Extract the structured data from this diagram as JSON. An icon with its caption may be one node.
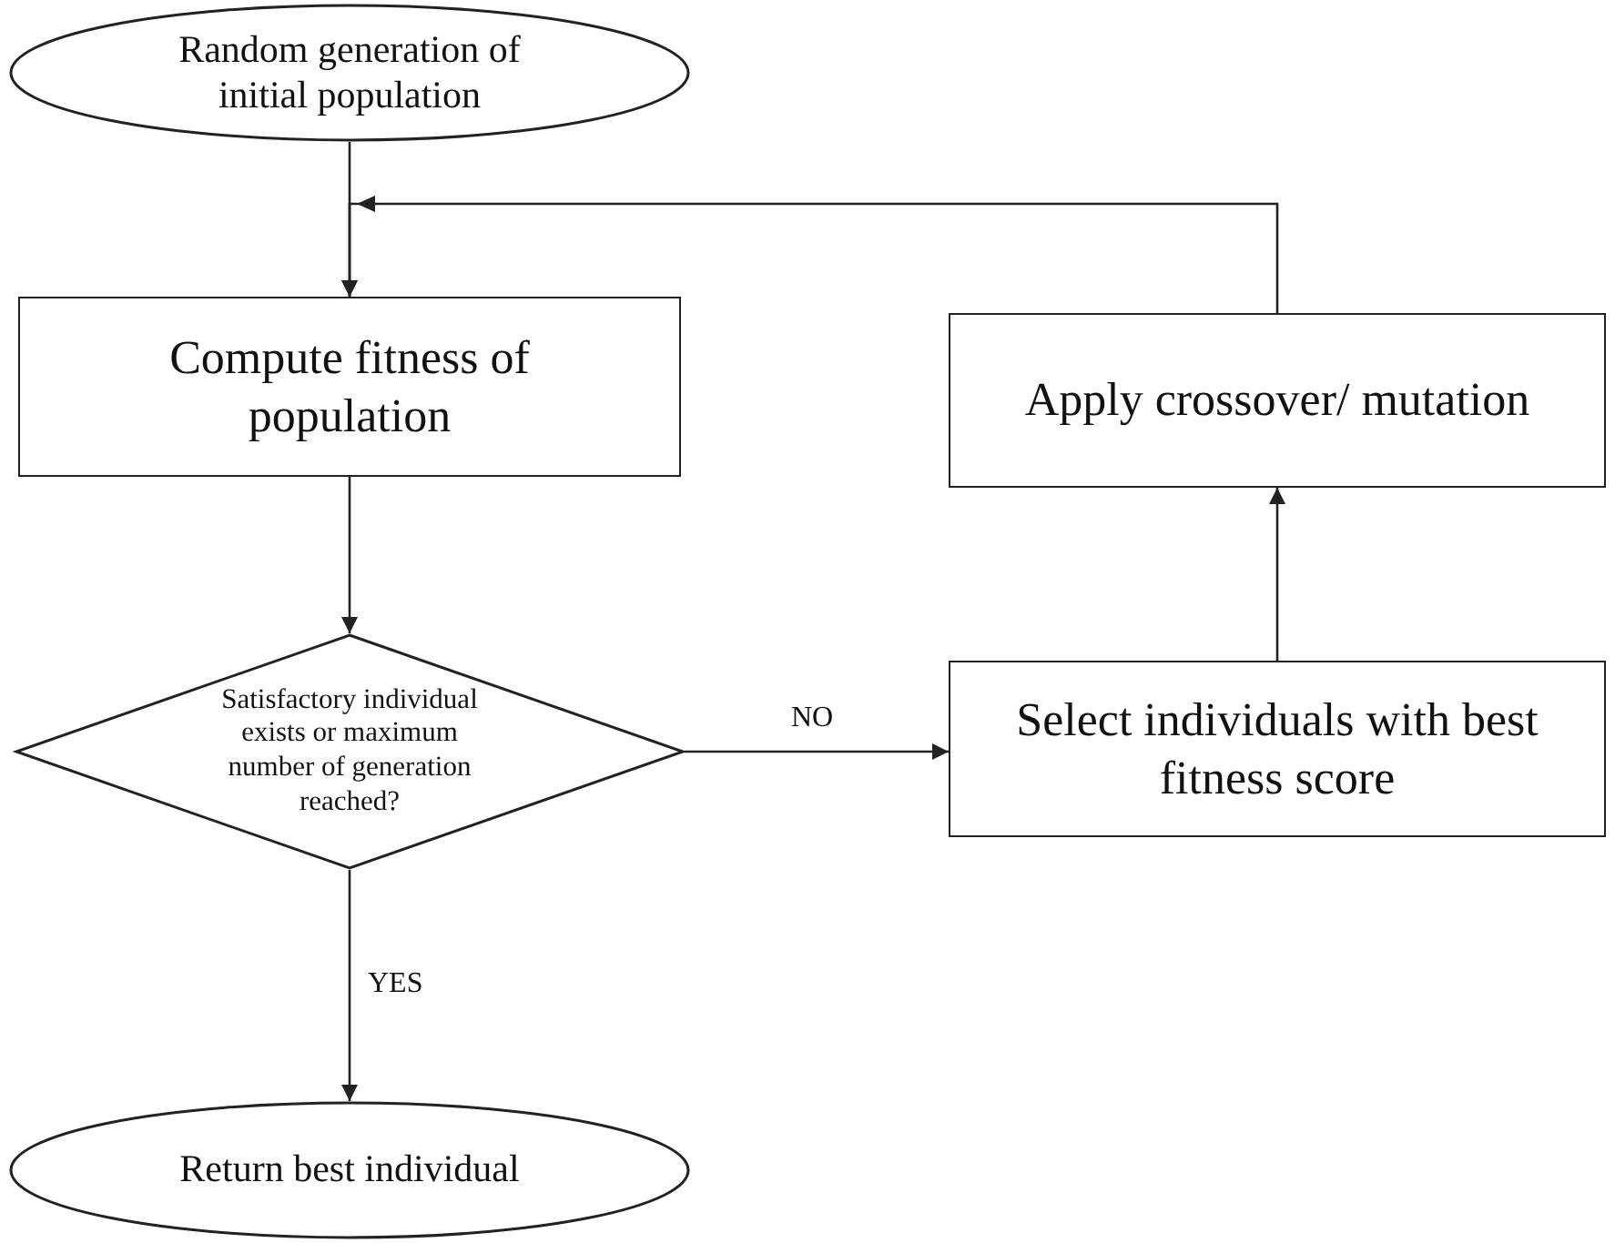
{
  "diagram": {
    "nodes": [
      {
        "text": [
          "Random generation of initial population"
        ]
      },
      {
        "text": [
          "Compute fitness of population"
        ]
      },
      {
        "text": [
          "Satisfactory individual exists or maximum number of generation reached?"
        ]
      },
      {
        "text": [
          "Return best individual"
        ]
      },
      {
        "text": [
          "Select individuals with best fitness score"
        ]
      },
      {
        "text": [
          "Apply crossover/ mutation"
        ]
      }
    ],
    "edges": [
      {
        "from": 0,
        "to": 1,
        "arrow": "to"
      },
      {
        "from": 5,
        "to": 1,
        "arrow": "to"
      },
      {
        "from": 1,
        "to": 2,
        "arrow": "to"
      },
      {
        "from": 2,
        "to": 4,
        "arrow": "to",
        "label": "NO"
      },
      {
        "from": 2,
        "to": 3,
        "arrow": "to",
        "label": "YES"
      },
      {
        "from": 4,
        "to": 5,
        "arrow": "to"
      }
    ]
  }
}
